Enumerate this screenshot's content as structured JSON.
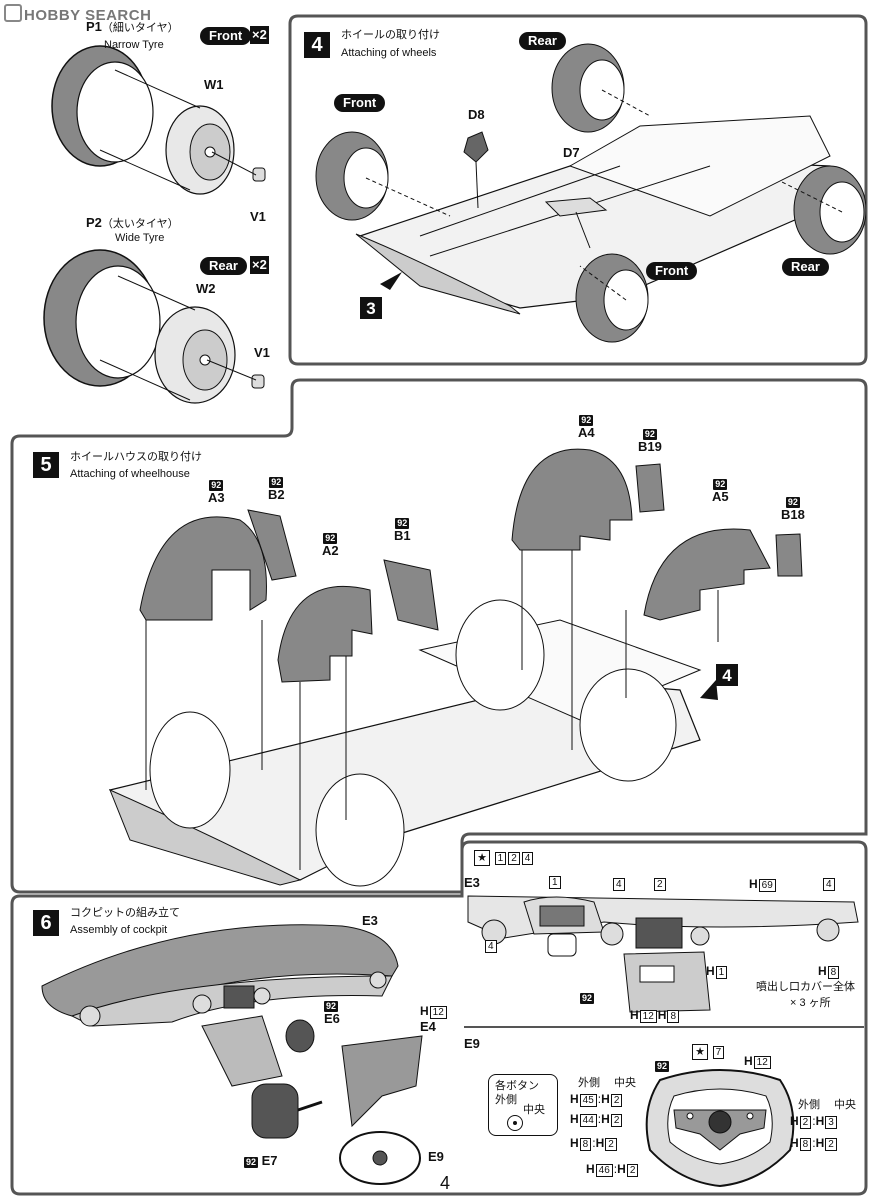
{
  "watermark": "HOBBY SEARCH",
  "page_number": "4",
  "wheels_left": {
    "p1_code": "P1",
    "p1_jp": "（細いタイヤ）",
    "p1_en": "Narrow Tyre",
    "front_label": "Front",
    "front_mult": "×2",
    "w1": "W1",
    "v1_top": "V1",
    "p2_code": "P2",
    "p2_jp": "（太いタイヤ）",
    "p2_en": "Wide Tyre",
    "rear_label": "Rear",
    "rear_mult": "×2",
    "w2": "W2",
    "v1_bottom": "V1"
  },
  "step4": {
    "number": "4",
    "title_jp": "ホイールの取り付け",
    "title_en": "Attaching of wheels",
    "rear_top": "Rear",
    "front_left": "Front",
    "d8": "D8",
    "d7": "D7",
    "front_bottom": "Front",
    "rear_right": "Rear",
    "ref": "3"
  },
  "step5": {
    "number": "5",
    "title_jp": "ホイールハウスの取り付け",
    "title_en": "Attaching of wheelhouse",
    "tag": "92",
    "a3": "A3",
    "b2": "B2",
    "a2": "A2",
    "b1": "B1",
    "a4": "A4",
    "b19": "B19",
    "a5": "A5",
    "b18": "B18",
    "ref": "4"
  },
  "step6": {
    "number": "6",
    "title_jp": "コクピットの組み立て",
    "title_en": "Assembly of cockpit",
    "e3": "E3",
    "e6": "E6",
    "e4": "E4",
    "h12": "12",
    "h_letter": "H",
    "e7": "E7",
    "e9": "E9",
    "tag": "92"
  },
  "e3_detail": {
    "title": "E3",
    "colors": [
      "1",
      "2",
      "4"
    ],
    "c1": "1",
    "c4a": "4",
    "c2": "2",
    "h69": "69",
    "c4b": "4",
    "c4c": "4",
    "h1": "1",
    "h8a": "8",
    "h12": "12",
    "h8b": "8",
    "tag": "92",
    "note1": "噴出し口カバー全体",
    "note2": "× 3 ヶ所",
    "h_letter": "H"
  },
  "e9_detail": {
    "title": "E9",
    "tag": "92",
    "c7": "7",
    "h12": "12",
    "button_note_1": "各ボタン",
    "button_note_2": "外側",
    "button_note_3": "中央",
    "outer": "外側",
    "center": "中央",
    "outer_r": "外側",
    "center_r": "中央",
    "rows_left": [
      {
        "a": "45",
        "b": "2"
      },
      {
        "a": "44",
        "b": "2"
      },
      {
        "a": "8",
        "b": "2"
      },
      {
        "a": "46",
        "b": "2"
      }
    ],
    "rows_right": [
      {
        "a": "2",
        "b": "3"
      },
      {
        "a": "8",
        "b": "2"
      }
    ],
    "h_letter": "H",
    "colon": ":"
  }
}
